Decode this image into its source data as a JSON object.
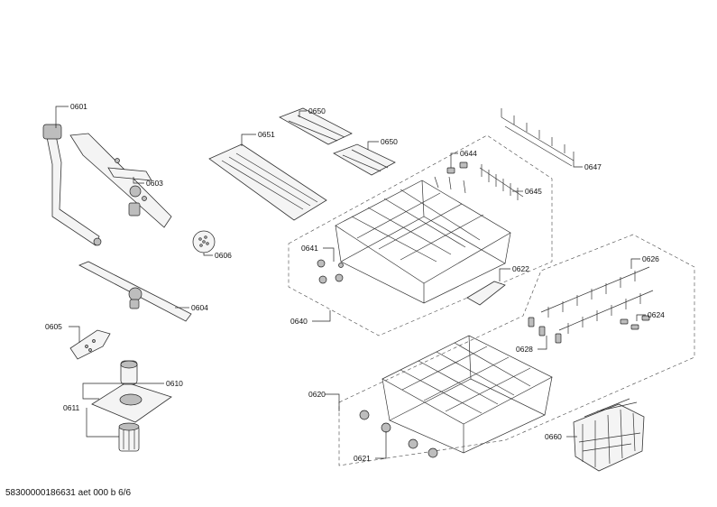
{
  "footer": {
    "document_id": "58300000186631 aet 000 b 6/6"
  },
  "parts": {
    "p0601": "0601",
    "p0603": "0603",
    "p0604": "0604",
    "p0605": "0605",
    "p0606": "0606",
    "p0610": "0610",
    "p0611": "0611",
    "p0620": "0620",
    "p0621": "0621",
    "p0622": "0622",
    "p0624": "0624",
    "p0626": "0626",
    "p0628": "0628",
    "p0640": "0640",
    "p0641": "0641",
    "p0644": "0644",
    "p0645": "0645",
    "p0647": "0647",
    "p0650a": "0650",
    "p0650b": "0650",
    "p0651": "0651",
    "p0660": "0660"
  }
}
